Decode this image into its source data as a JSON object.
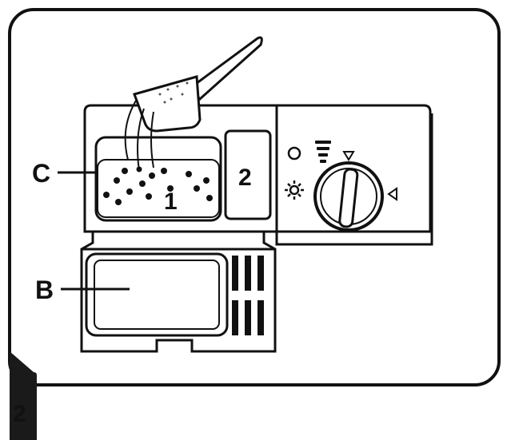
{
  "labels": {
    "callout_c": "C",
    "callout_b": "B",
    "compartment_1": "1",
    "compartment_2": "2",
    "figure_number": "2"
  },
  "icons": {
    "scoop": "detergent-scoop-icon",
    "ring": "circle-indicator-icon",
    "sun": "sun-indicator-icon",
    "bars": "rinse-aid-level-icon",
    "arrow_top": "triangle-down-icon",
    "arrow_right": "triangle-left-icon",
    "dial": "rinse-aid-dial-icon"
  },
  "colors": {
    "line": "#111111",
    "panel": "#ffffff",
    "tab": "#1a1a1a"
  }
}
